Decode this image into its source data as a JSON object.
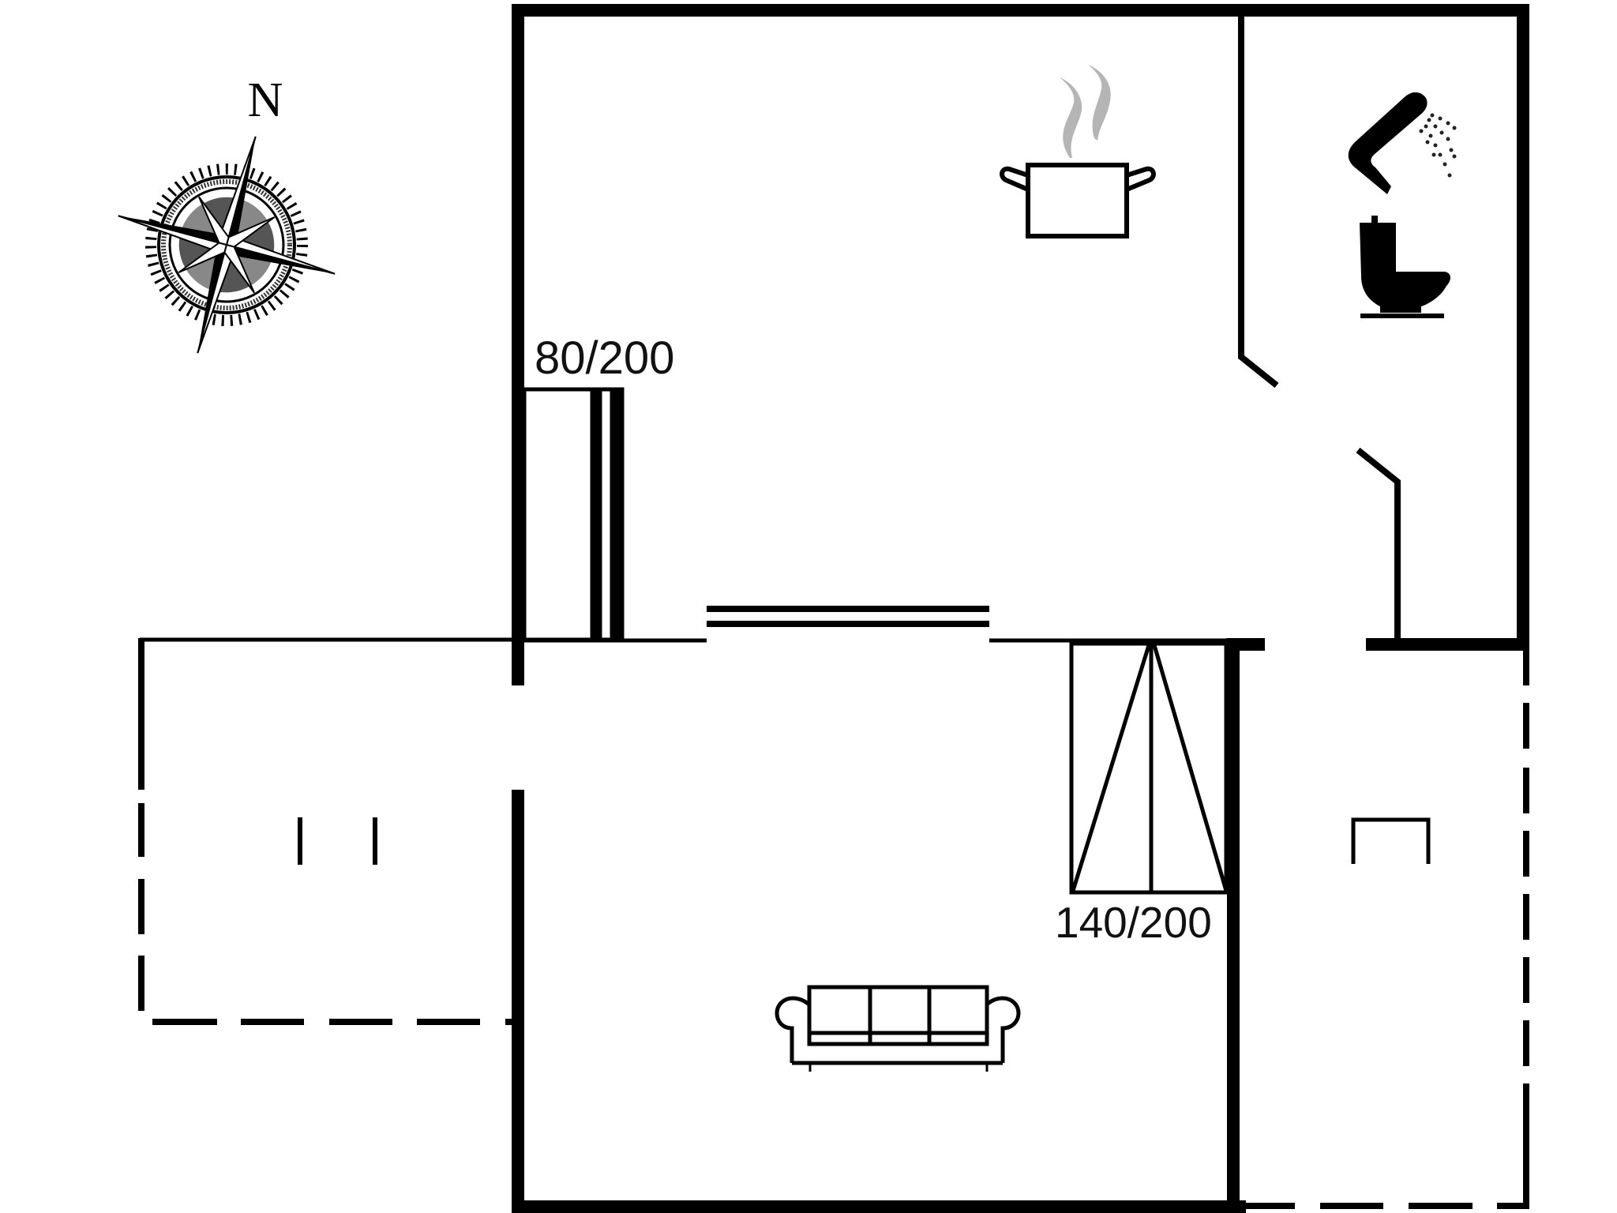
{
  "plan": {
    "compass": {
      "label": "N"
    },
    "rooms": [
      {
        "id": "kitchen",
        "icon": "cooking-pot-icon"
      },
      {
        "id": "bathroom",
        "icons": [
          "shower-icon",
          "toilet-icon"
        ]
      },
      {
        "id": "bedroom-single",
        "bed_label": "80/200"
      },
      {
        "id": "bedroom-double",
        "bed_label": "140/200"
      },
      {
        "id": "living-room",
        "icon": "sofa-icon"
      },
      {
        "id": "terrace-left"
      },
      {
        "id": "terrace-right"
      }
    ],
    "bed_single_label": "80/200",
    "bed_double_label": "140/200",
    "colors": {
      "walls": "#000000",
      "background": "#ffffff",
      "steam": "#b5b5b5"
    }
  }
}
